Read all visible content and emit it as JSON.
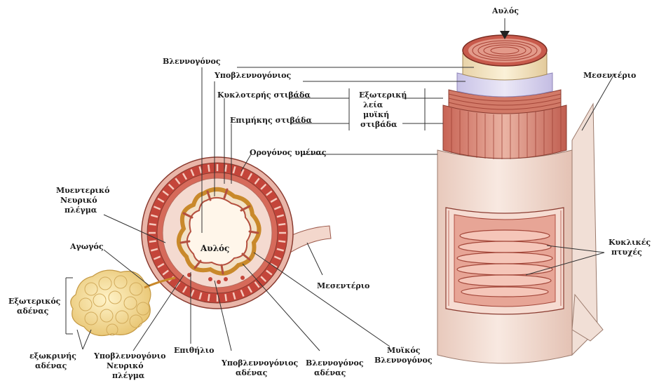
{
  "labels": {
    "lumen_top": "Αυλός",
    "mucosa": "Βλεννογόνος",
    "submucosa": "Υποβλεννογόνιος",
    "circular_layer": "Κυκλοτερής στιβάδα",
    "longitudinal_layer": "Επιμήκης στιβάδα",
    "outer_muscle_line1": "Εξωτερική",
    "outer_muscle_line2": "λεία",
    "outer_muscle_line3": "μυϊκή",
    "outer_muscle_line4": "στιβάδα",
    "serosa": "Ορογόνος υμένας",
    "mesentery_right": "Μεσεντέριο",
    "myenteric_line1": "Μυεντερικό",
    "myenteric_line2": "Νευρικό",
    "myenteric_line3": "πλέγμα",
    "duct": "Αγωγός",
    "lumen_center": "Αυλός",
    "mesentery_section": "Μεσεντέριο",
    "external_glands_line1": "Εξωτερικός",
    "external_glands_line2": "αδένας",
    "exocrine_line1": "εξωκρινής",
    "exocrine_line2": "αδένας",
    "submucosal_plexus_line1": "Υποβλεννογόνιο",
    "submucosal_plexus_line2": "Νευρικό",
    "submucosal_plexus_line3": "πλέγμα",
    "epithelium": "Επιθήλιο",
    "submucosal_glands_line1": "Υποβλεννογόνιος",
    "submucosal_glands_line2": "αδένας",
    "mucosal_glands_line1": "Βλεννογόνος",
    "mucosal_glands_line2": "αδένας",
    "muscularis_mucosae_line1": "Μυϊκός",
    "muscularis_mucosae_line2": "Βλεννογόνος",
    "circular_folds_line1": "Κυκλικές",
    "circular_folds_line2": "πτυχές"
  },
  "colors": {
    "tissue_red": "#c4453a",
    "tissue_pink": "#e9b5a8",
    "tissue_light": "#f6dcd2",
    "mucosa_yellow": "#f0d27a",
    "serosa_cream": "#f3e3d6",
    "submucosa_lilac": "#d7d2ec",
    "gland_yellow": "#f2dd9a",
    "line": "#333333"
  }
}
